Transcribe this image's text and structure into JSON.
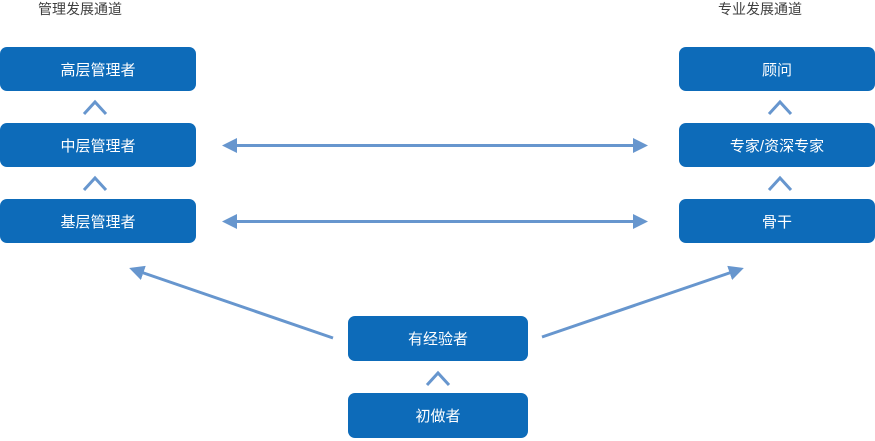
{
  "diagram": {
    "left_channel": {
      "title": "管理发展通道",
      "levels": [
        "高层管理者",
        "中层管理者",
        "基层管理者"
      ]
    },
    "right_channel": {
      "title": "专业发展通道",
      "levels": [
        "顾问",
        "专家/资深专家",
        "骨干"
      ]
    },
    "entry_path": {
      "levels": [
        "有经验者",
        "初做者"
      ]
    },
    "connections": [
      {
        "type": "promotion-up",
        "from": "中层管理者",
        "to": "高层管理者"
      },
      {
        "type": "promotion-up",
        "from": "基层管理者",
        "to": "中层管理者"
      },
      {
        "type": "promotion-up",
        "from": "专家/资深专家",
        "to": "顾问"
      },
      {
        "type": "promotion-up",
        "from": "骨干",
        "to": "专家/资深专家"
      },
      {
        "type": "promotion-up",
        "from": "初做者",
        "to": "有经验者"
      },
      {
        "type": "two-way-transfer",
        "from": "中层管理者",
        "to": "专家/资深专家"
      },
      {
        "type": "two-way-transfer",
        "from": "基层管理者",
        "to": "骨干"
      },
      {
        "type": "entry",
        "from": "有经验者",
        "to": "基层管理者"
      },
      {
        "type": "entry",
        "from": "有经验者",
        "to": "骨干"
      }
    ],
    "colors": {
      "box_fill": "#0d6bb9",
      "box_text": "#ffffff",
      "arrow": "#6796ce",
      "title_text": "#3f3f3f"
    }
  }
}
